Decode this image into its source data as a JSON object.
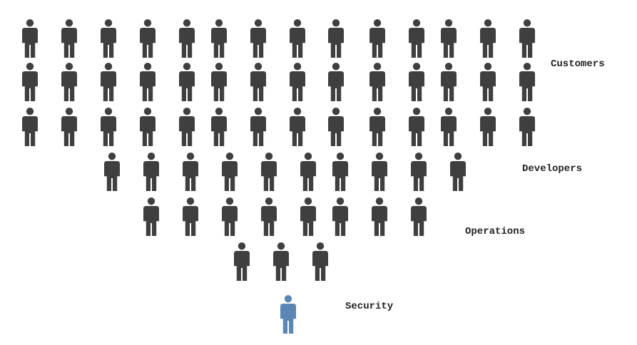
{
  "diagram": {
    "groups": [
      {
        "key": "customers",
        "label": "Customers",
        "count": 42,
        "color": "#3f3f3f"
      },
      {
        "key": "developers",
        "label": "Developers",
        "count": 10,
        "color": "#3f3f3f"
      },
      {
        "key": "operations",
        "label": "Operations",
        "count": 11,
        "color": "#3f3f3f"
      },
      {
        "key": "security",
        "label": "Security",
        "count": 1,
        "color": "#5b87b5"
      }
    ],
    "icon": "person-icon"
  }
}
